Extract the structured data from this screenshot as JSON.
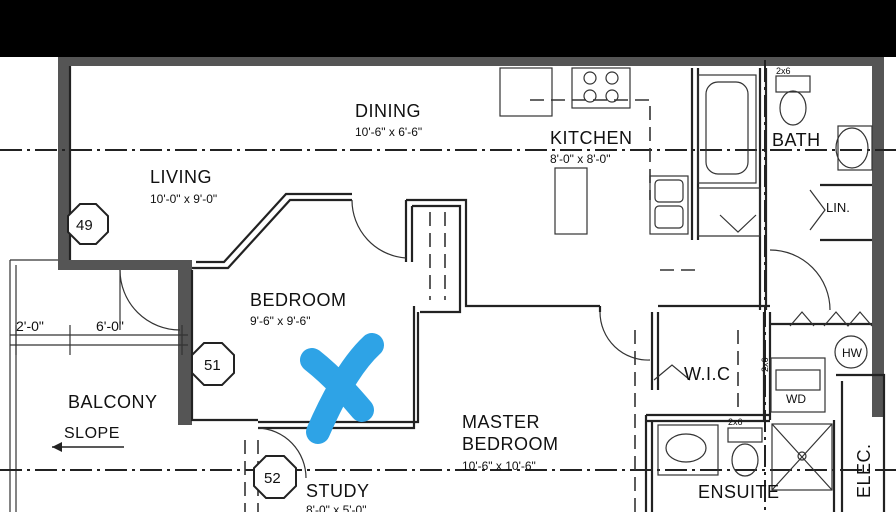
{
  "rooms": {
    "dining": {
      "name": "DINING",
      "size": "10'-6\" x 6'-6\""
    },
    "kitchen": {
      "name": "KITCHEN",
      "size": "8'-0\" x 8'-0\""
    },
    "bath": {
      "name": "BATH"
    },
    "living": {
      "name": "LIVING",
      "size": "10'-0\" x 9'-0\""
    },
    "bedroom": {
      "name": "BEDROOM",
      "size": "9'-6\" x 9'-6\""
    },
    "master_bedroom": {
      "name_line1": "MASTER",
      "name_line2": "BEDROOM",
      "size": "10'-6\" x 10'-6\""
    },
    "study": {
      "name": "STUDY",
      "size": "8'-0\" x 5'-0\""
    },
    "balcony": {
      "name": "BALCONY",
      "slope": "SLOPE"
    },
    "wic": {
      "name": "W.I.C"
    },
    "ensuite": {
      "name": "ENSUITE"
    },
    "elec": {
      "name": "ELEC."
    },
    "lin": {
      "name": "LIN."
    }
  },
  "tags": {
    "t49": "49",
    "t51": "51",
    "t52": "52"
  },
  "appliances": {
    "hw": "HW",
    "wd": "WD"
  },
  "dimensions": {
    "d1": "2'-0\"",
    "d2": "6'-0\"",
    "d3": "2x6",
    "d4": "2x6",
    "d5": "2x6"
  },
  "colors": {
    "annotation_mark": "#2ea3e6",
    "background": "#ffffff",
    "line": "#222222"
  }
}
